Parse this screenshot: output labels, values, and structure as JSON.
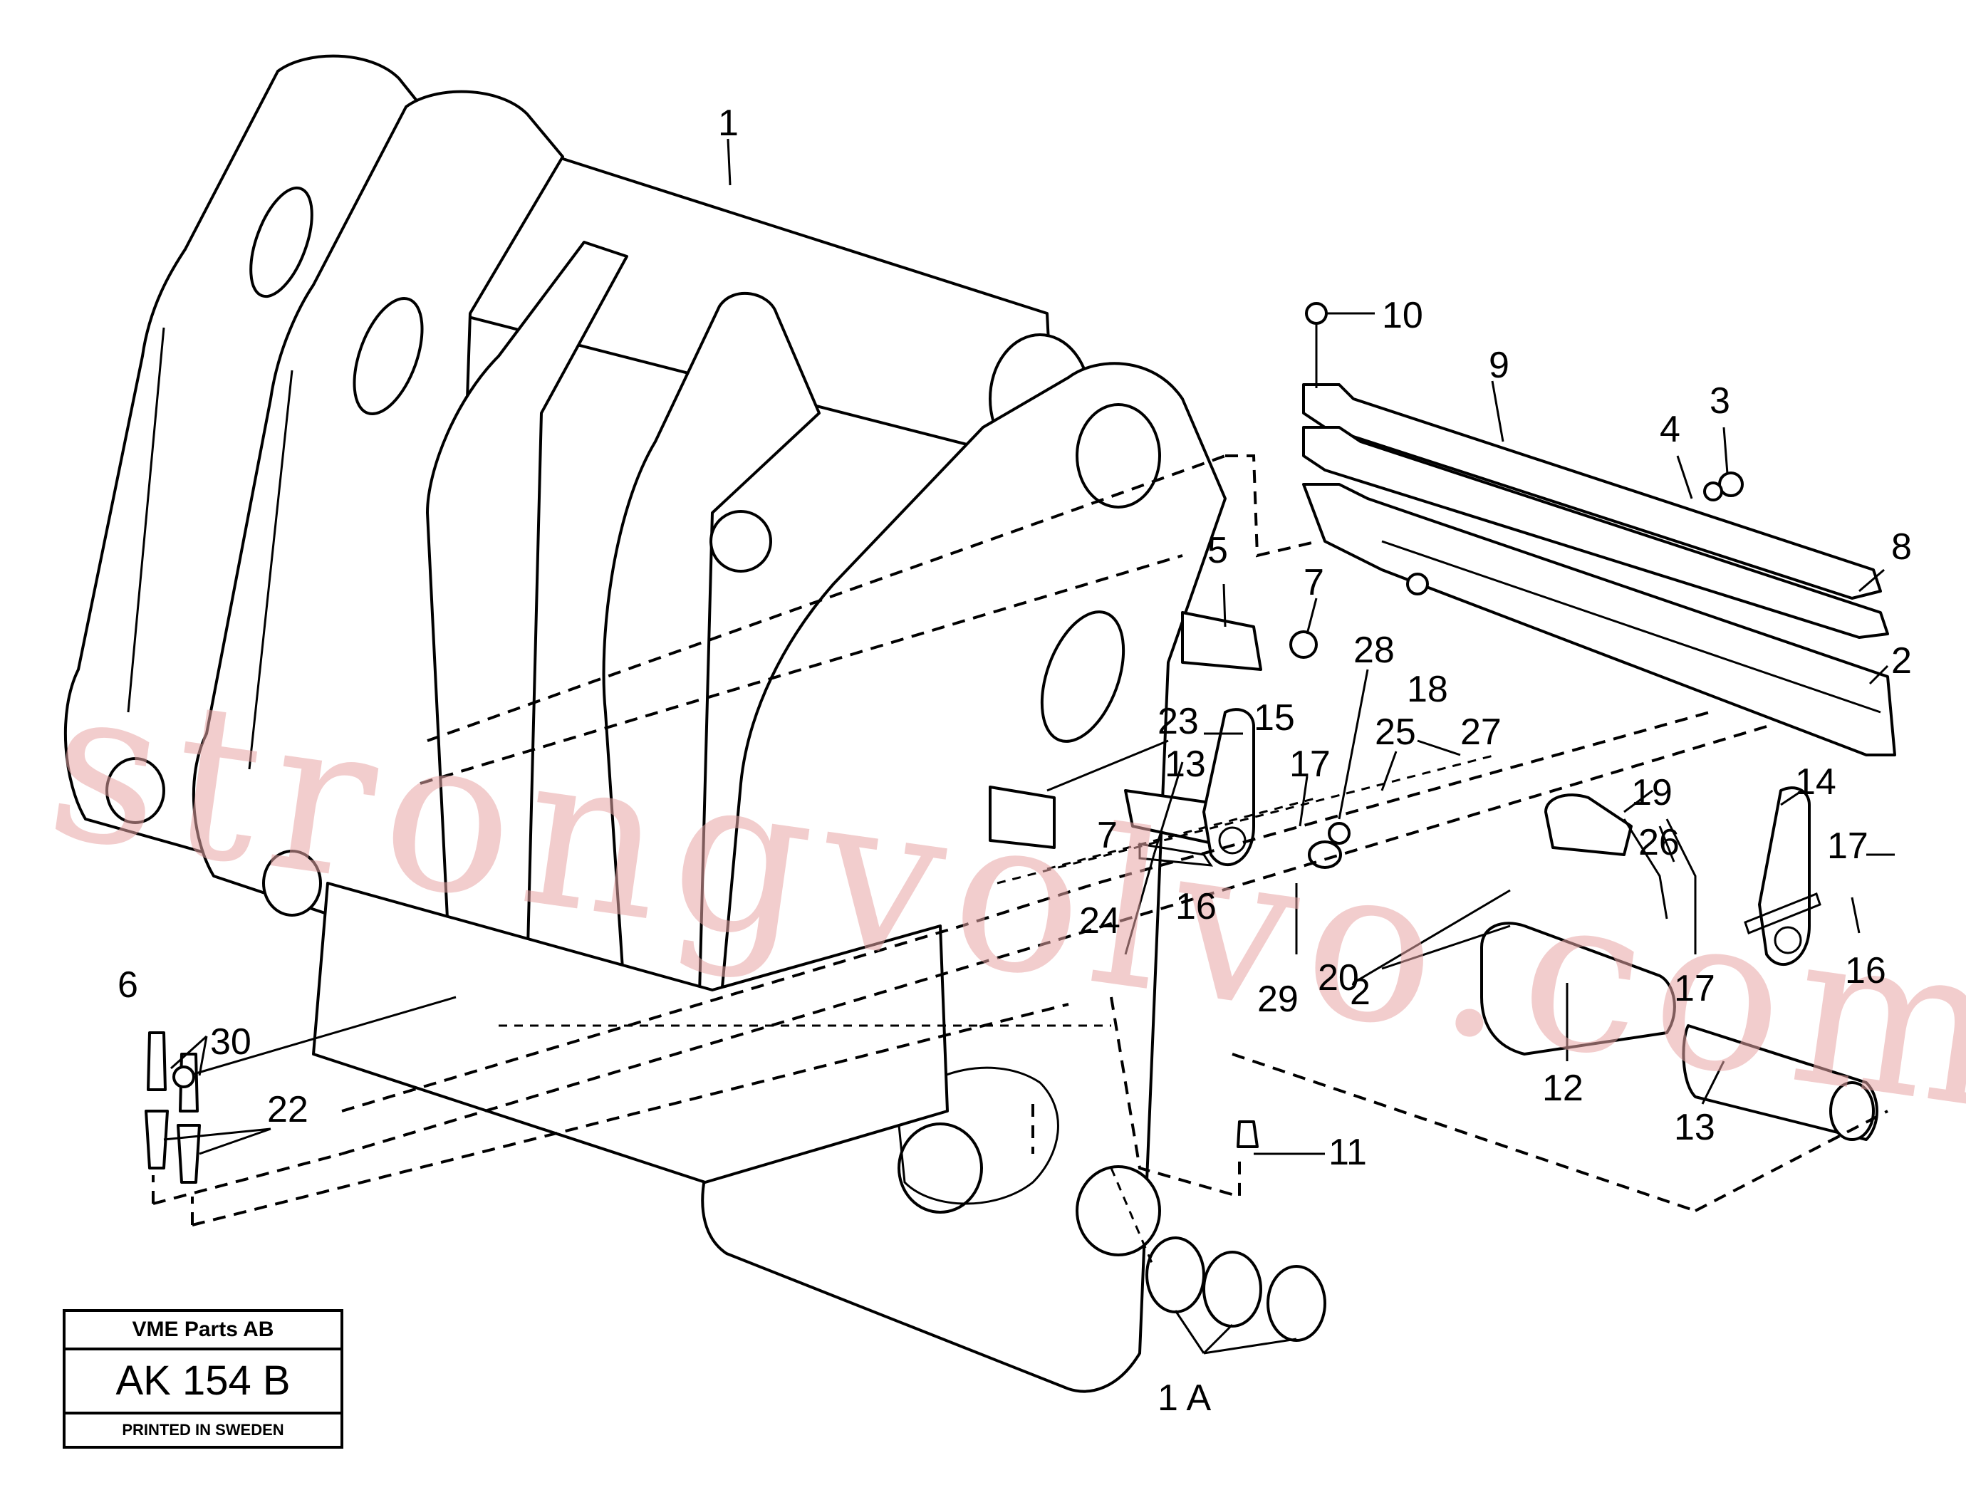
{
  "watermark": "strongvolvo.com",
  "callouts": [
    {
      "id": "c1",
      "text": "1"
    },
    {
      "id": "c10",
      "text": "10"
    },
    {
      "id": "c9",
      "text": "9"
    },
    {
      "id": "c3",
      "text": "3"
    },
    {
      "id": "c4",
      "text": "4"
    },
    {
      "id": "c8",
      "text": "8"
    },
    {
      "id": "c2a",
      "text": "2"
    },
    {
      "id": "c5",
      "text": "5"
    },
    {
      "id": "c7a",
      "text": "7"
    },
    {
      "id": "c28",
      "text": "28"
    },
    {
      "id": "c23",
      "text": "23"
    },
    {
      "id": "c15",
      "text": "15"
    },
    {
      "id": "c18",
      "text": "18"
    },
    {
      "id": "c25",
      "text": "25"
    },
    {
      "id": "c27",
      "text": "27"
    },
    {
      "id": "c13a",
      "text": "13"
    },
    {
      "id": "c17a",
      "text": "17"
    },
    {
      "id": "c19",
      "text": "19"
    },
    {
      "id": "c14",
      "text": "14"
    },
    {
      "id": "c7b",
      "text": "7"
    },
    {
      "id": "c26",
      "text": "26"
    },
    {
      "id": "c17b",
      "text": "17"
    },
    {
      "id": "c24",
      "text": "24"
    },
    {
      "id": "c16a",
      "text": "16"
    },
    {
      "id": "c20",
      "text": "20"
    },
    {
      "id": "c29",
      "text": "29"
    },
    {
      "id": "c2b",
      "text": "2"
    },
    {
      "id": "c17c",
      "text": "17"
    },
    {
      "id": "c16b",
      "text": "16"
    },
    {
      "id": "c6",
      "text": "6"
    },
    {
      "id": "c30",
      "text": "30"
    },
    {
      "id": "c22",
      "text": "22"
    },
    {
      "id": "c12",
      "text": "12"
    },
    {
      "id": "c13b",
      "text": "13"
    },
    {
      "id": "c11",
      "text": "11"
    },
    {
      "id": "c1A",
      "text": "1 A"
    }
  ],
  "stamp": {
    "company": "VME Parts AB",
    "code": "AK 154 B",
    "printed": "PRINTED IN SWEDEN"
  }
}
